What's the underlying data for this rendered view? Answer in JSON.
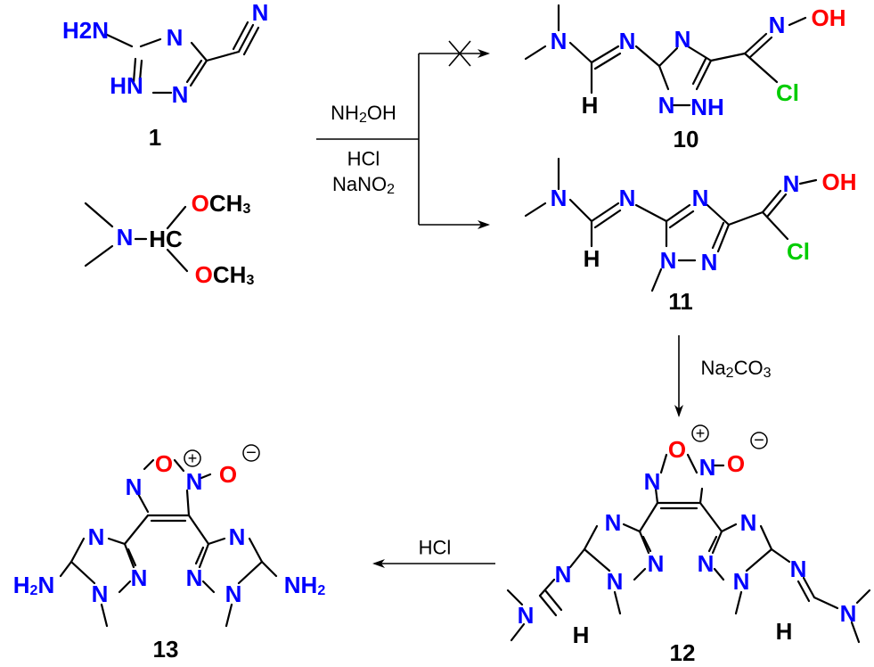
{
  "compounds": {
    "c1": {
      "number": "1",
      "nh2": "H2N",
      "nh": "HN",
      "n_ring": "N",
      "n_ring2": "N",
      "n_nitrile": "N"
    },
    "dmf_dma": {
      "n": "N",
      "hc": "HC",
      "och3_top": "OCH3",
      "och3_bottom": "OCH3"
    },
    "c10": {
      "number": "10",
      "n_dimethyl": "N",
      "n_imine": "N",
      "h": "H",
      "n_ring_top": "N",
      "n_ring_left": "N",
      "nh_ring": "NH",
      "n_oxime": "N",
      "oh": "OH",
      "cl": "Cl"
    },
    "c11": {
      "number": "11",
      "n_dimethyl": "N",
      "n_imine": "N",
      "h": "H",
      "n_ring_top": "N",
      "n_ring_methyl": "N",
      "n_ring_bottom": "N",
      "n_oxime": "N",
      "oh": "OH",
      "cl": "Cl"
    },
    "c12": {
      "number": "12",
      "o_ring": "O",
      "n_left": "N",
      "n_right": "N",
      "o_minus": "O",
      "plus": "+",
      "minus": "−",
      "n_labels": [
        "N",
        "N",
        "N",
        "N",
        "N",
        "N"
      ],
      "n_imine_left": "N",
      "n_imine_right": "N",
      "n_dimethyl_left": "N",
      "n_dimethyl_right": "N",
      "h_left": "H",
      "h_right": "H"
    },
    "c13": {
      "number": "13",
      "o_ring": "O",
      "n_left": "N",
      "n_right": "N",
      "o_minus": "O",
      "plus": "+",
      "minus": "−",
      "n_labels": [
        "N",
        "N",
        "N",
        "N",
        "N",
        "N"
      ],
      "nh2_left": "H2N",
      "nh2_right": "NH2"
    }
  },
  "reagents": {
    "step1_top": "NH2OH",
    "step1_bottom_1": "HCl",
    "step1_bottom_2": "NaNO2",
    "step2": "Na2CO3",
    "step3": "HCl"
  },
  "colors": {
    "nitrogen": "#0000ff",
    "oxygen": "#ff0000",
    "chlorine": "#00cc00",
    "carbon_bond": "#000000"
  }
}
